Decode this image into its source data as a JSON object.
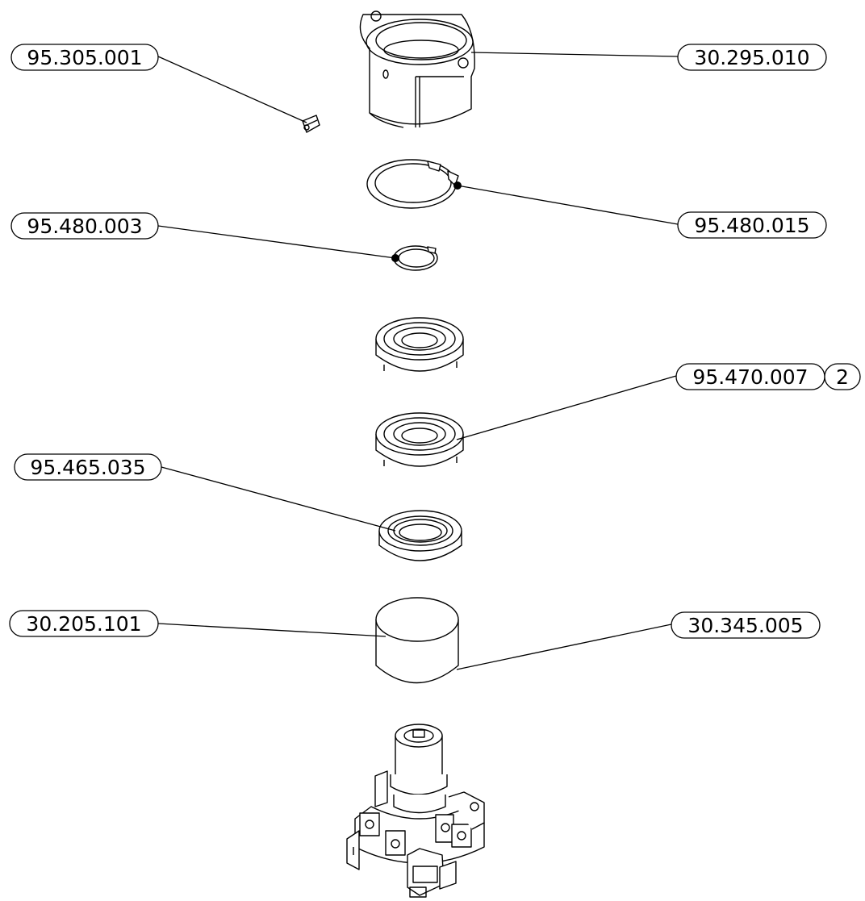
{
  "colors": {
    "ink": "#000000",
    "paper": "#ffffff",
    "shade": "#f2f2f2"
  },
  "parts": {
    "grease_nipple": "95.305.001",
    "housing": "30.295.010",
    "large_circlip": "95.480.015",
    "small_circlip": "95.480.003",
    "bearing": "95.470.007",
    "bearing_qty": "2",
    "seal": "95.465.035",
    "cap": "30.345.005",
    "hub_shaft": "30.205.101"
  }
}
